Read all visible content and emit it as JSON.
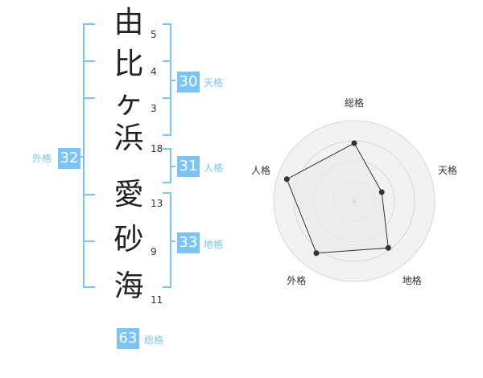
{
  "name_chars": [
    {
      "char": "由",
      "strokes": "5"
    },
    {
      "char": "比",
      "strokes": "4"
    },
    {
      "char": "ヶ",
      "strokes": "3"
    },
    {
      "char": "浜",
      "strokes": "18"
    },
    {
      "char": "愛",
      "strokes": "13"
    },
    {
      "char": "砂",
      "strokes": "9"
    },
    {
      "char": "海",
      "strokes": "11"
    }
  ],
  "grids": {
    "tenkaku": {
      "value": "30",
      "label": "天格"
    },
    "jinkaku": {
      "value": "31",
      "label": "人格"
    },
    "chikaku": {
      "value": "33",
      "label": "地格"
    },
    "gaikaku": {
      "value": "32",
      "label": "外格"
    },
    "soukaku": {
      "value": "63",
      "label": "総格"
    }
  },
  "chart_data": {
    "type": "radar",
    "axes": [
      "総格",
      "天格",
      "地格",
      "外格",
      "人格"
    ],
    "values": [
      0.72,
      0.36,
      0.72,
      0.8,
      0.88
    ],
    "range": [
      0,
      1
    ],
    "rings": 4,
    "colors": {
      "fill": "#ebebeb",
      "ring_fill": "#f2f2f2",
      "ring_stroke": "#d8d8d8",
      "line": "#333333",
      "center": "#bbbbbb"
    }
  },
  "colors": {
    "accent": "#7cc4f5"
  }
}
